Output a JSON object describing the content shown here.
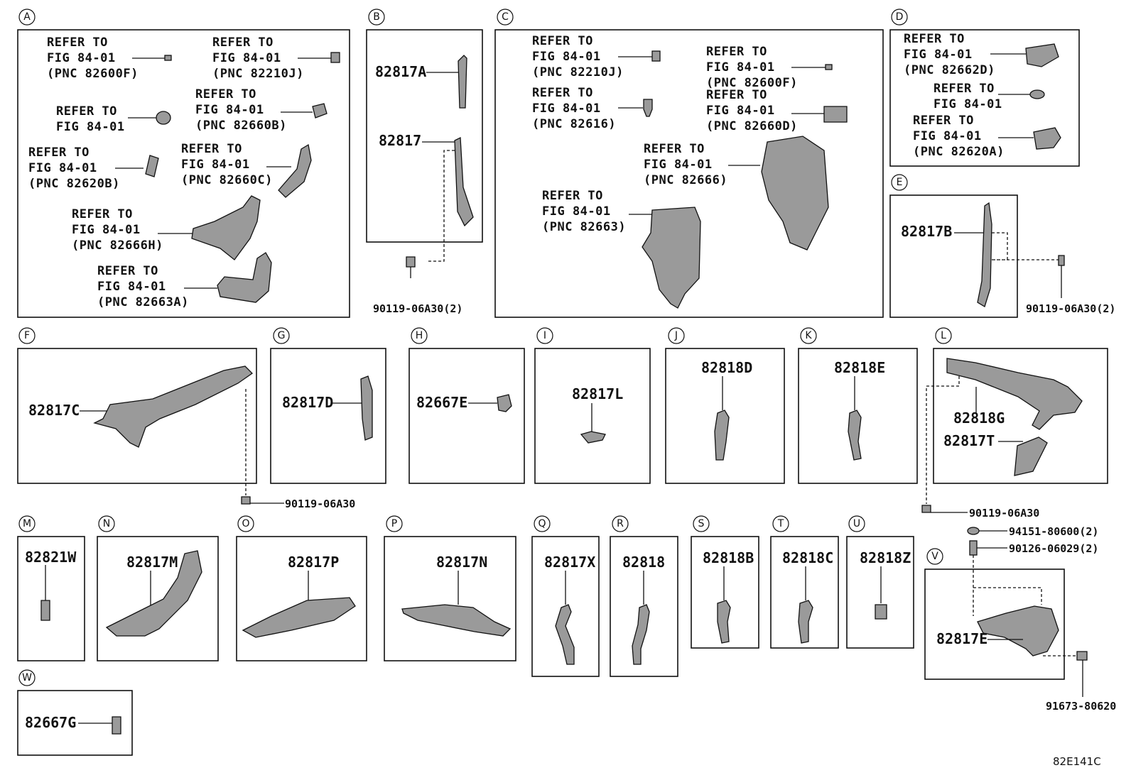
{
  "sections": {
    "A": "A",
    "B": "B",
    "C": "C",
    "D": "D",
    "E": "E",
    "F": "F",
    "G": "G",
    "H": "H",
    "I": "I",
    "J": "J",
    "K": "K",
    "L": "L",
    "M": "M",
    "N": "N",
    "O": "O",
    "P": "P",
    "Q": "Q",
    "R": "R",
    "S": "S",
    "T": "T",
    "U": "U",
    "V": "V",
    "W": "W"
  },
  "refer_line1": "REFER TO",
  "refer_line2": "FIG 84-01",
  "pnc": {
    "p82600F": "(PNC 82600F)",
    "p82210J": "(PNC 82210J)",
    "p82660B": "(PNC 82660B)",
    "p82620B": "(PNC 82620B)",
    "p82660C": "(PNC 82660C)",
    "p82666H": "(PNC 82666H)",
    "p82663A": "(PNC 82663A)",
    "p82616": "(PNC 82616)",
    "p82660D": "(PNC 82660D)",
    "p82666": "(PNC 82666)",
    "p82663": "(PNC 82663)",
    "p82662D": "(PNC 82662D)",
    "p82620A": "(PNC 82620A)"
  },
  "parts": {
    "p82817A": "82817A",
    "p82817": "82817",
    "p82817B": "82817B",
    "p82817C": "82817C",
    "p82817D": "82817D",
    "p82667E": "82667E",
    "p82817L": "82817L",
    "p82818D": "82818D",
    "p82818E": "82818E",
    "p82818G": "82818G",
    "p82817T": "82817T",
    "p82821W": "82821W",
    "p82817M": "82817M",
    "p82817P": "82817P",
    "p82817N": "82817N",
    "p82817X": "82817X",
    "p82818": "82818",
    "p82818B": "82818B",
    "p82818C": "82818C",
    "p82818Z": "82818Z",
    "p82817E": "82817E",
    "p82667G": "82667G"
  },
  "fasteners": {
    "f90119_2": "90119-06A30(2)",
    "f90119": "90119-06A30",
    "f94151": "94151-80600(2)",
    "f90126": "90126-06029(2)",
    "f91673": "91673-80620"
  },
  "diagram_code": "82E141C"
}
